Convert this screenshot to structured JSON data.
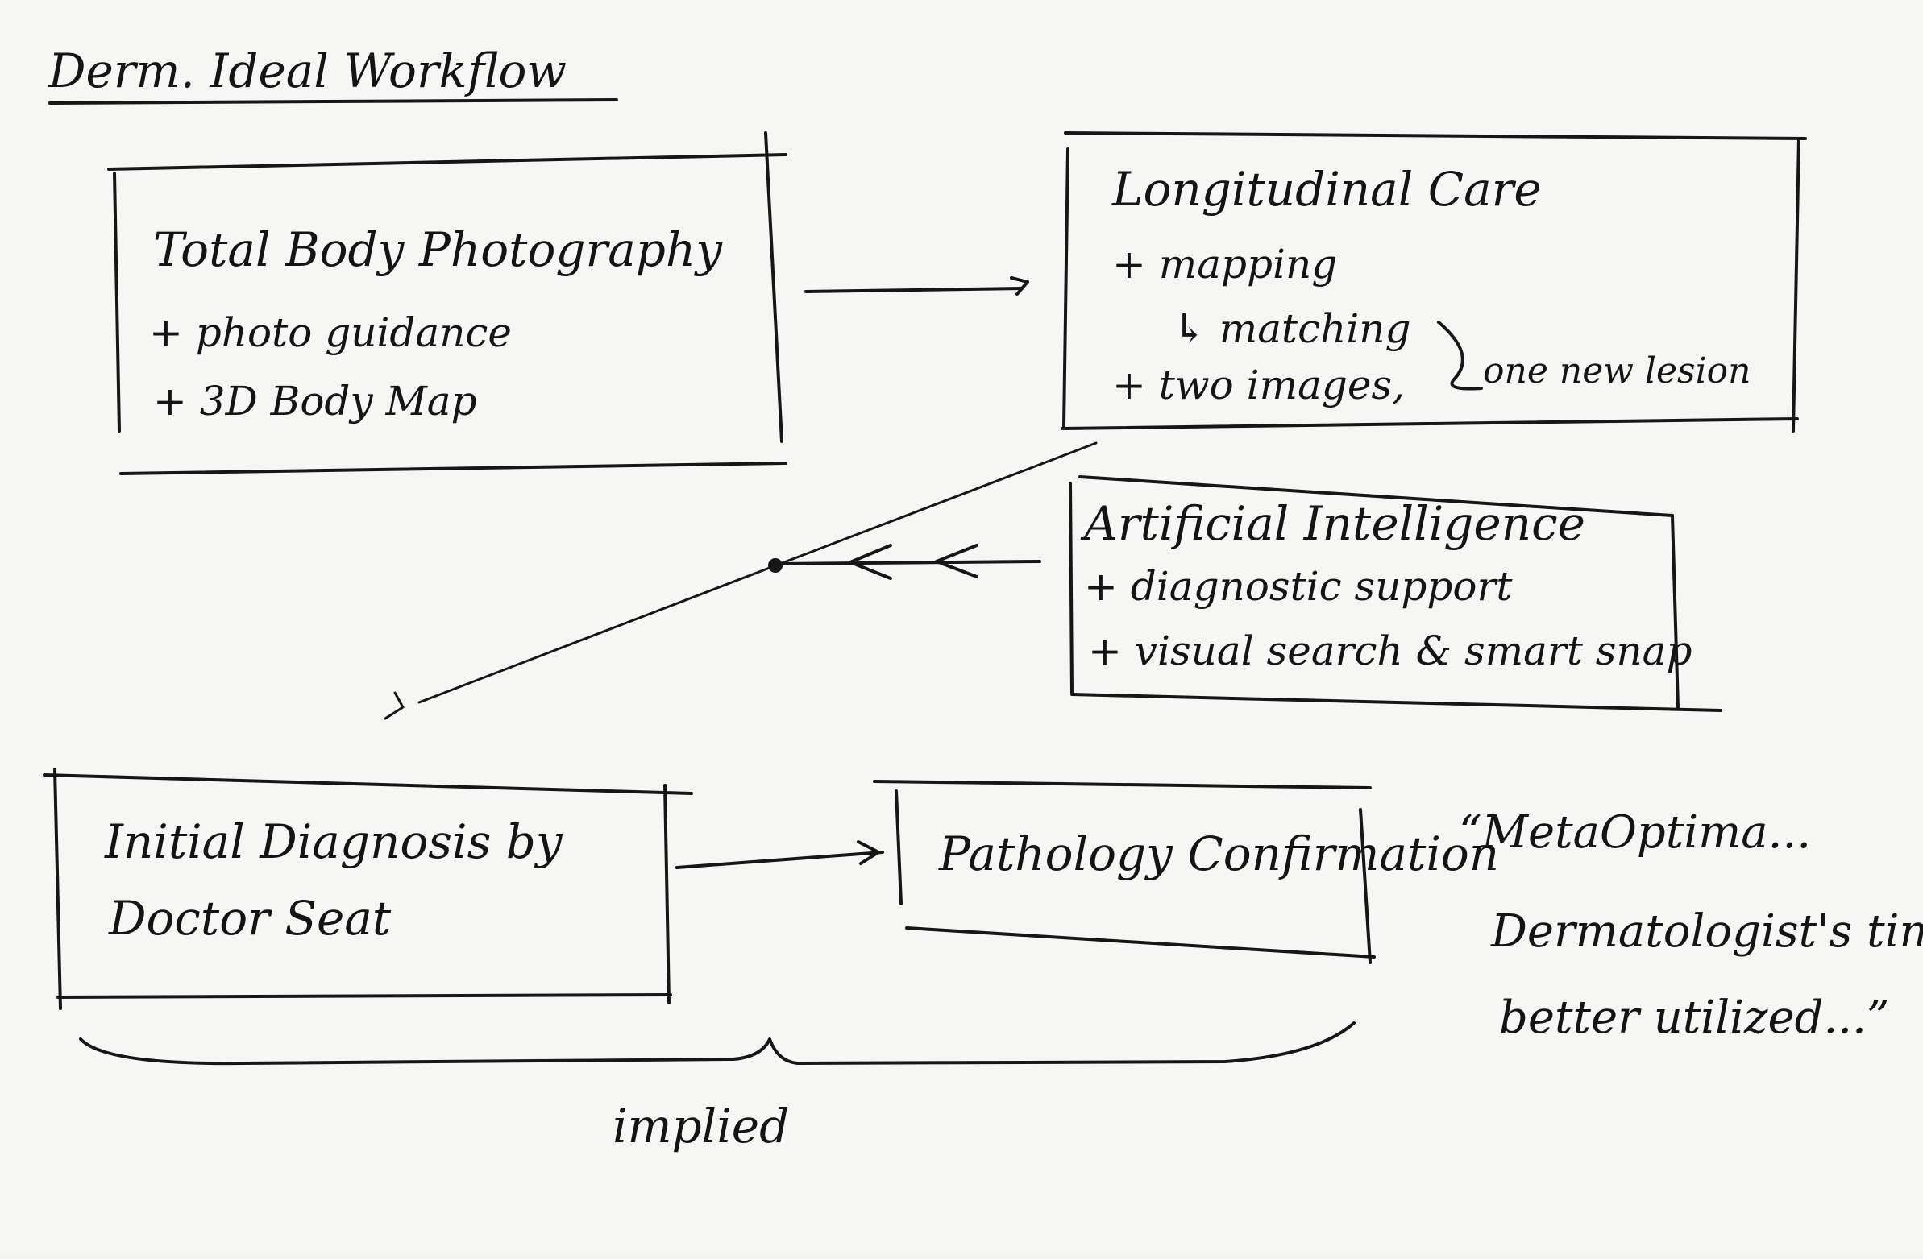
{
  "title": "Derm. Ideal Workflow",
  "boxes": {
    "tbp": {
      "heading": "Total Body Photography",
      "lines": [
        "+ photo guidance",
        "+ 3D Body Map"
      ]
    },
    "longitudinal": {
      "heading": "Longitudinal Care",
      "lines": [
        "+ mapping",
        "↳ matching",
        "+ two images,"
      ],
      "annotation": "one new lesion"
    },
    "ai": {
      "heading": "Artificial Intelligence",
      "lines": [
        "+ diagnostic support",
        "+ visual search & smart snap"
      ]
    },
    "initial": {
      "lines": [
        "Initial Diagnosis by",
        "Doctor Seat"
      ]
    },
    "pathology": {
      "heading": "Pathology Confirmation"
    }
  },
  "quote": {
    "lines": [
      "“MetaOptima...",
      "Dermatologist's time",
      "better utilized...”"
    ]
  },
  "brace_label": "implied"
}
